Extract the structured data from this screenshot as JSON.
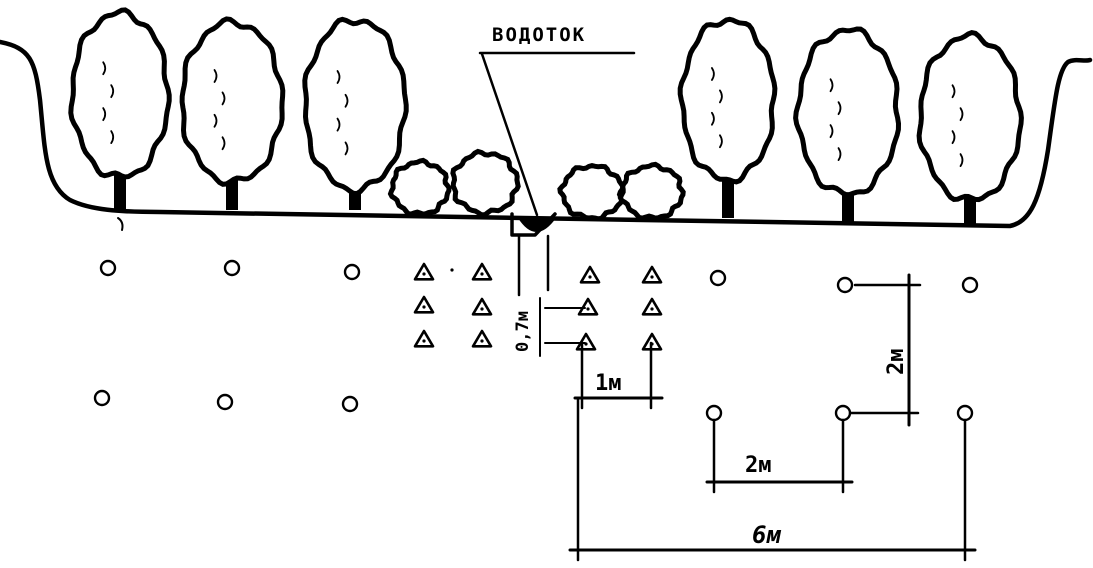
{
  "labels": {
    "drain": "ВОДОТОК",
    "shrub_row_spacing": "0,7м",
    "shrub_col_spacing": "1м",
    "tree_col_spacing": "2м",
    "tree_row_spacing": "2м",
    "total_width": "6м"
  }
}
